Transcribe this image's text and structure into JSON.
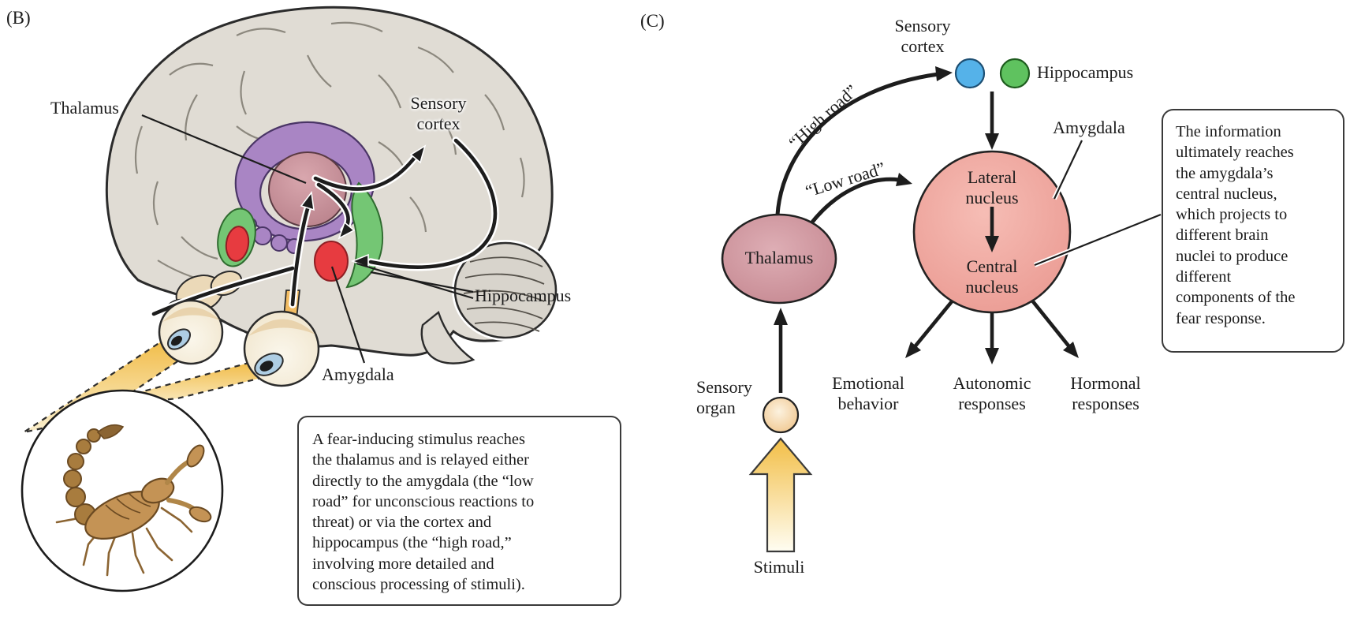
{
  "figure": {
    "type": "neuroscience fear-pathway diagram",
    "panel_b_tag": "(B)",
    "panel_c_tag": "(C)"
  },
  "colors": {
    "text": "#1b1b1b",
    "arrow_black": "#1d1d1d",
    "brain_gray": "#E0DCD4",
    "brain_shadow": "#D7D3CB",
    "brain_outline": "#2b2b2b",
    "fornix_purple": "#A985C4",
    "thalamus_b_pink": "#C78F98",
    "hippocampus_green": "#74C674",
    "amygdala_red": "#E73B40",
    "optic_orange": "#F2BC62",
    "eye_sclera": "#F7F1E3",
    "iris_blue": "#AECDE3",
    "beam_gold": "#F1B83C",
    "beam_pale": "#FBEFCC",
    "scorpion_tan": "#C49355",
    "scorpion_dark": "#8B6432",
    "thalamus_c_pink": "#CD97A0",
    "amygdala_c_pink": "#EFA49C",
    "sensory_cortex_blue": "#55B2E9",
    "hippocampus_node_green": "#5FC25F",
    "organ_peach": "#F3CF9E",
    "stimuli_gold": "#F2BE46"
  },
  "icons": {
    "stimulus": "scorpion-icon",
    "receptor": "eye-icon"
  },
  "panel_b": {
    "tag": "(B)",
    "thalamus_label": "Thalamus",
    "sensory_cortex_label": "Sensory\ncortex",
    "hippocampus_label": "Hippocampus",
    "amygdala_label": "Amygdala",
    "caption": "A fear-inducing stimulus reaches\nthe thalamus and is relayed either\ndirectly to the amygdala (the “low\nroad” for unconscious reactions to\nthreat) or via the cortex and\nhippocampus (the “high road,”\ninvolving more detailed and\nconscious processing of stimuli)."
  },
  "panel_c": {
    "tag": "(C)",
    "sensory_cortex_label": "Sensory\ncortex",
    "hippocampus_label": "Hippocampus",
    "amygdala_label": "Amygdala",
    "high_road_label": "“High road”",
    "low_road_label": "“Low road”",
    "thalamus_label": "Thalamus",
    "lateral_nucleus_label": "Lateral\nnucleus",
    "central_nucleus_label": "Central\nnucleus",
    "sensory_organ_label": "Sensory\norgan",
    "stimuli_label": "Stimuli",
    "outputs": {
      "emotional": "Emotional\nbehavior",
      "autonomic": "Autonomic\nresponses",
      "hormonal": "Hormonal\nresponses"
    },
    "caption": "The information\nultimately reaches\nthe amygdala’s\ncentral nucleus,\nwhich projects to\ndifferent brain\nnuclei to produce\ndifferent\ncomponents of the\nfear response."
  }
}
